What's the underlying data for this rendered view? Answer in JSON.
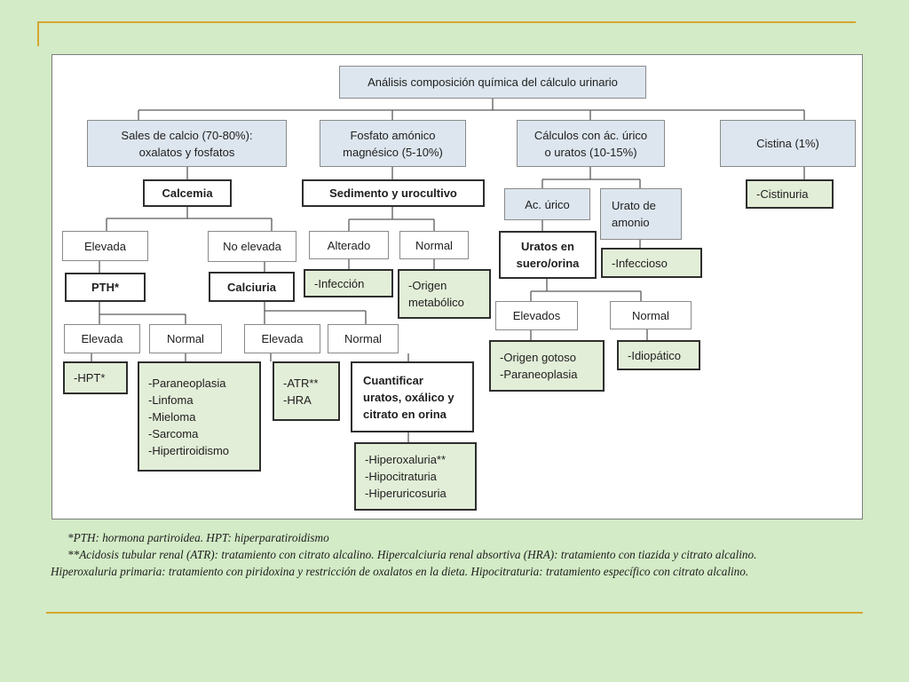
{
  "diagram": {
    "root": "Análisis composición química del cálculo urinario",
    "cat_calcio": [
      "Sales de calcio (70-80%):",
      "oxalatos y fosfatos"
    ],
    "cat_fosfato": [
      "Fosfato amónico",
      "magnésico (5-10%)"
    ],
    "cat_urico": [
      "Cálculos con ác. úrico",
      "o uratos (10-15%)"
    ],
    "cat_cistina": "Cistina (1%)",
    "calcemia": "Calcemia",
    "calcemia_elevada": "Elevada",
    "calcemia_no_elevada": "No elevada",
    "pth": "PTH*",
    "pth_elevada": "Elevada",
    "pth_normal": "Normal",
    "hpt": "-HPT*",
    "pth_normal_list": [
      "-Paraneoplasia",
      "-Linfoma",
      "-Mieloma",
      "-Sarcoma",
      "-Hipertiroidismo"
    ],
    "calciuria": "Calciuria",
    "calciuria_elevada": "Elevada",
    "calciuria_normal": "Normal",
    "atr_list": [
      "-ATR**",
      "-HRA"
    ],
    "cuantificar": [
      "Cuantificar",
      "uratos, oxálico y",
      "citrato en orina"
    ],
    "hiper_list": [
      "-Hiperoxaluria**",
      "-Hipocitraturia",
      "-Hiperuricosuria"
    ],
    "sedimento": "Sedimento y urocultivo",
    "alterado": "Alterado",
    "sed_normal": "Normal",
    "infeccion": "-Infección",
    "origen_metabolico": [
      "-Origen",
      "metabólico"
    ],
    "ac_urico": "Ac. úrico",
    "urato_amonio": [
      "Urato de",
      "amonio"
    ],
    "infeccioso": "-Infeccioso",
    "uratos_suero": [
      "Uratos en",
      "suero/orina"
    ],
    "elevados": "Elevados",
    "uratos_normal": "Normal",
    "gotoso_list": [
      "-Origen gotoso",
      "-Paraneoplasia"
    ],
    "idiopatico": "-Idiopático",
    "cistinuria": "-Cistinuria"
  },
  "footnotes": {
    "note1": "*PTH: hormona partiroidea. HPT: hiperparatiroidismo",
    "note2": "**Acidosis tubular renal (ATR): tratamiento con citrato alcalino. Hipercalciuria renal absortiva (HRA): tratamiento con tiazida y citrato alcalino.",
    "note3": "Hiperoxaluria primaria: tratamiento con piridoxina y restricción de oxalatos en la dieta. Hipocitraturia: tratamiento específico con citrato alcalino."
  },
  "colors": {
    "background": "#d3ebc6",
    "accent_line": "#d7a632",
    "category_fill": "#dde6ef",
    "result_fill": "#e3eed8"
  }
}
